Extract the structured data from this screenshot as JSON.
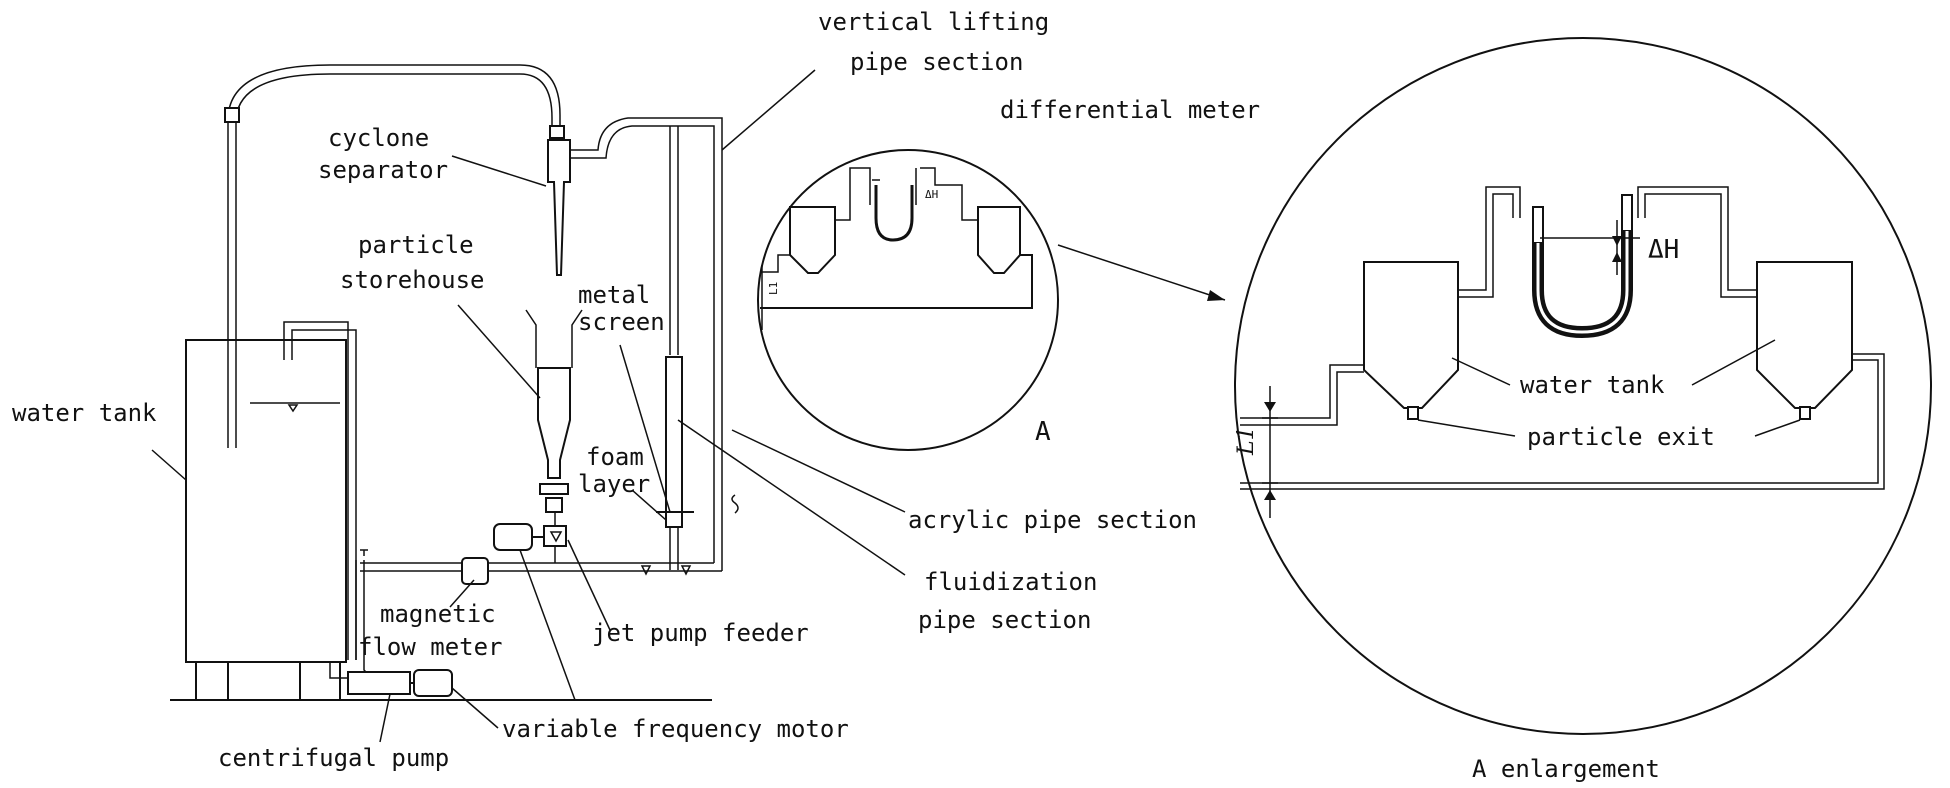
{
  "labels": {
    "vertical_lifting_1": "vertical lifting",
    "vertical_lifting_2": "pipe section",
    "differential_meter": "differential meter",
    "cyclone_1": "cyclone",
    "cyclone_2": "separator",
    "particle_1": "particle",
    "particle_2": "storehouse",
    "metal_1": "metal",
    "metal_2": "screen",
    "water_tank": "water tank",
    "foam_1": "foam",
    "foam_2": "layer",
    "acrylic": "acrylic pipe section",
    "fluid_1": "fluidization",
    "fluid_2": "pipe section",
    "magnetic_1": "magnetic",
    "magnetic_2": "flow meter",
    "jet_pump": "jet pump feeder",
    "vf_motor": "variable frequency motor",
    "centrifugal": "centrifugal pump",
    "detail_a": "A",
    "detail_dh": "ΔH",
    "detail_l": "L1",
    "enl_dh": "ΔH",
    "enl_water_tank": "water tank",
    "enl_particle_exit": "particle exit",
    "enl_l": "L1",
    "enl_caption": "A enlargement"
  }
}
